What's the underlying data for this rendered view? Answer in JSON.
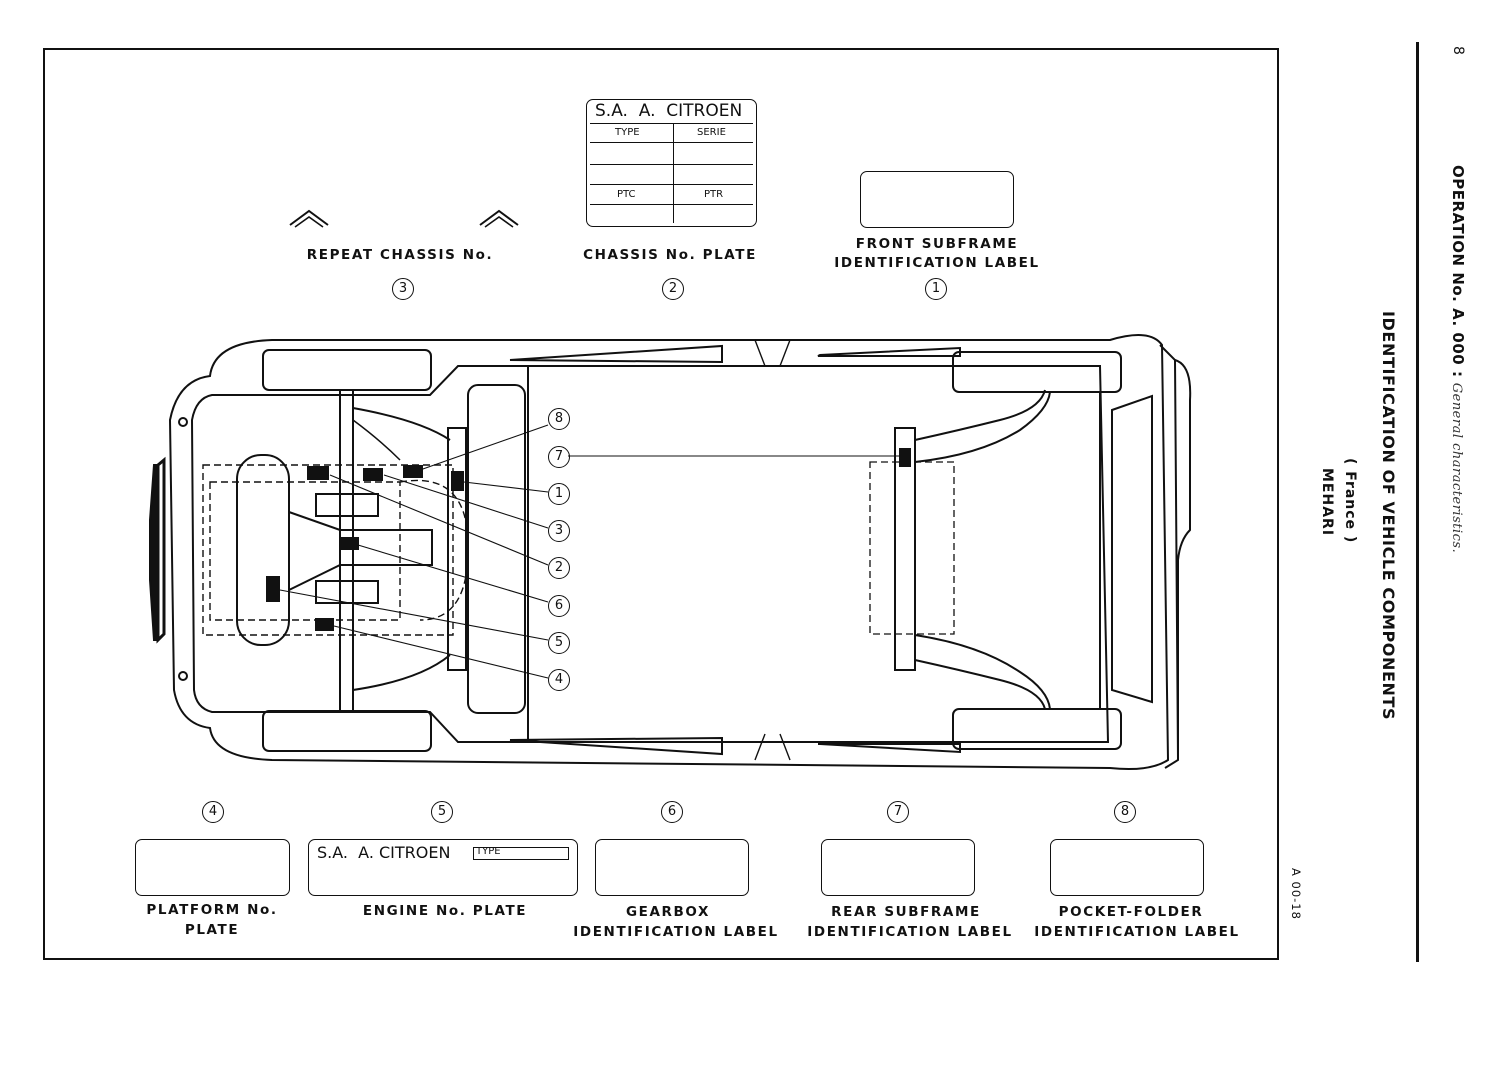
{
  "side": {
    "page_number": "8",
    "operation": "OPERATION No. A. 000 :",
    "operation_sub": "General characteristics.",
    "title": "IDENTIFICATION OF VEHICLE COMPONENTS",
    "country": "( France )",
    "model": "MEHARI",
    "ref": "A 00-18"
  },
  "top": {
    "repeat_chassis": {
      "label": "REPEAT CHASSIS No.",
      "num": "3"
    },
    "chassis_plate": {
      "label": "CHASSIS No. PLATE",
      "num": "2",
      "maker": "S.A.  A.  CITROEN",
      "type": "TYPE",
      "serie": "SERIE",
      "ptc": "PTC",
      "ptr": "PTR"
    },
    "front_subframe": {
      "line1": "FRONT SUBFRAME",
      "line2": "IDENTIFICATION LABEL",
      "num": "1"
    }
  },
  "callouts": [
    "8",
    "7",
    "1",
    "3",
    "2",
    "6",
    "5",
    "4"
  ],
  "bottom": [
    {
      "num": "4",
      "line1": "PLATFORM No.",
      "line2": "PLATE"
    },
    {
      "num": "5",
      "line1": "ENGINE No. PLATE",
      "line2": "",
      "maker": "S.A.  A. CITROEN",
      "type": "TYPE"
    },
    {
      "num": "6",
      "line1": "GEARBOX",
      "line2": "IDENTIFICATION LABEL"
    },
    {
      "num": "7",
      "line1": "REAR SUBFRAME",
      "line2": "IDENTIFICATION LABEL"
    },
    {
      "num": "8",
      "line1": "POCKET-FOLDER",
      "line2": "IDENTIFICATION LABEL"
    }
  ]
}
